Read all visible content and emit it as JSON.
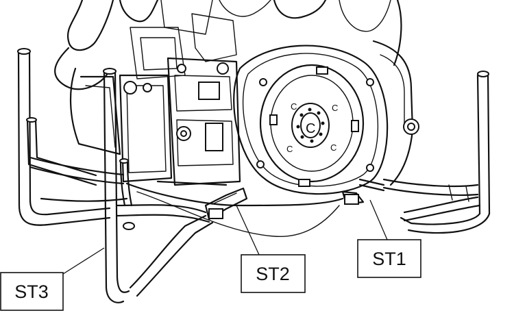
{
  "callouts": {
    "st1": "ST1",
    "st2": "ST2",
    "st3": "ST3"
  },
  "colors": {
    "ink": "#111111",
    "background": "#ffffff"
  }
}
